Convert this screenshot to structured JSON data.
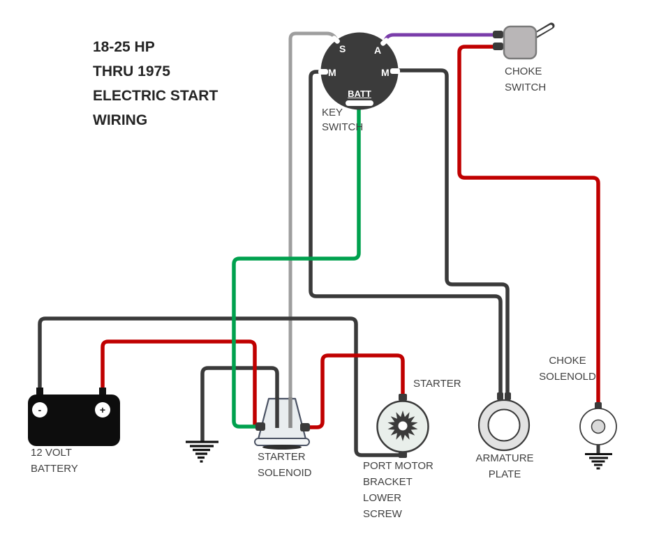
{
  "colors": {
    "wire_black": "#3a3a3a",
    "wire_red": "#c00000",
    "wire_green": "#00a14e",
    "wire_gray": "#9e9e9e",
    "wire_purple": "#7a3daa",
    "key_switch_body": "#3b3b3b",
    "choke_switch_body": "#b9b6b7",
    "battery_body": "#0d0d0d",
    "solenoid_fill": "#e9edef",
    "solenoid_border": "#4a5263",
    "starter_fill": "#e9efeb",
    "armature_fill": "#e2e2e2",
    "inner_gray": "#d9d9d9"
  },
  "title": {
    "lines": [
      "18-25 HP",
      "THRU 1975",
      "ELECTRIC START",
      "WIRING"
    ]
  },
  "key_switch": {
    "terminal_s": "S",
    "terminal_a": "A",
    "terminal_m_left": "M",
    "terminal_m_right": "M",
    "terminal_batt": "BATT",
    "label_lines": [
      "KEY",
      "SWITCH"
    ]
  },
  "choke_switch": {
    "label_lines": [
      "CHOKE",
      "SWITCH"
    ]
  },
  "battery": {
    "minus": "-",
    "plus": "+",
    "label_lines": [
      "12 VOLT",
      "BATTERY"
    ]
  },
  "starter_solenoid": {
    "label_lines": [
      "STARTER",
      "SOLENOID"
    ]
  },
  "starter_motor": {
    "label": "STARTER"
  },
  "port_motor_bracket": {
    "label_lines": [
      "PORT MOTOR",
      "BRACKET",
      "LOWER",
      "SCREW"
    ]
  },
  "armature_plate": {
    "label_lines": [
      "ARMATURE",
      "PLATE"
    ]
  },
  "choke_solenoid": {
    "label_lines": [
      "CHOKE",
      "SOLENOLD"
    ]
  }
}
